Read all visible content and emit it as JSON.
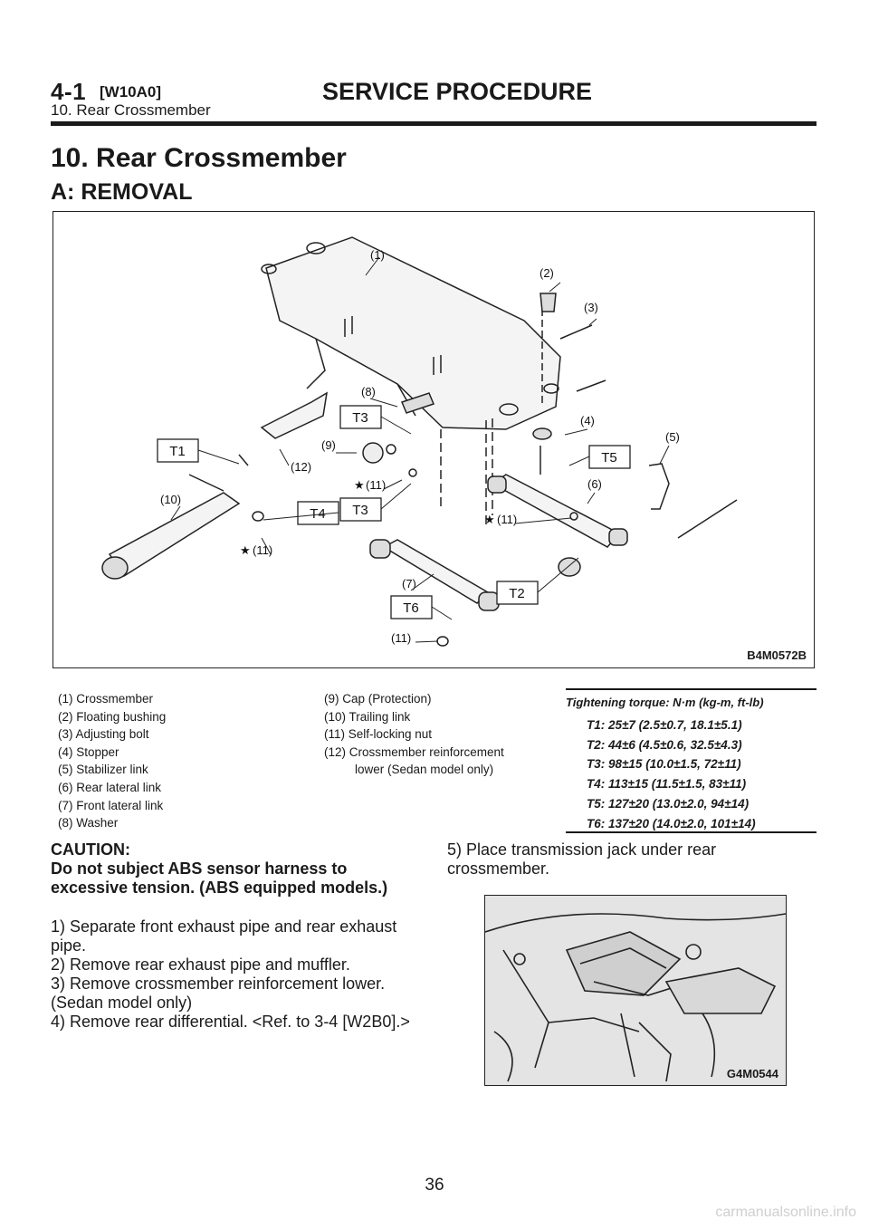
{
  "header": {
    "section": "4-1",
    "code": "[W10A0]",
    "title": "SERVICE PROCEDURE",
    "subtitle": "10. Rear Crossmember"
  },
  "heading": "10. Rear Crossmember",
  "subheading": "A: REMOVAL",
  "figure1": {
    "code": "B4M0572B",
    "callouts": [
      "(1)",
      "(2)",
      "(3)",
      "(4)",
      "(5)",
      "(6)",
      "(7)",
      "(8)",
      "(9)",
      "(10)",
      "(11)",
      "(12)"
    ],
    "torque_tags": [
      "T1",
      "T2",
      "T3",
      "T4",
      "T5",
      "T6"
    ]
  },
  "legend_col1": [
    "(1) Crossmember",
    "(2) Floating bushing",
    "(3) Adjusting bolt",
    "(4) Stopper",
    "(5) Stabilizer link",
    "(6) Rear lateral link",
    "(7) Front lateral link",
    "(8) Washer"
  ],
  "legend_col2": [
    "(9) Cap (Protection)",
    "(10) Trailing link",
    "(11) Self-locking nut",
    "(12) Crossmember reinforcement",
    "lower (Sedan model only)"
  ],
  "torque": {
    "heading": "Tightening torque: N·m (kg-m, ft-lb)",
    "values": [
      "T1: 25±7 (2.5±0.7, 18.1±5.1)",
      "T2: 44±6 (4.5±0.6, 32.5±4.3)",
      "T3: 98±15 (10.0±1.5, 72±11)",
      "T4: 113±15 (11.5±1.5, 83±11)",
      "T5: 127±20 (13.0±2.0, 94±14)",
      "T6: 137±20 (14.0±2.0, 101±14)"
    ]
  },
  "caution": {
    "label": "CAUTION:",
    "text": "Do not subject ABS sensor harness to excessive tension. (ABS equipped models.)"
  },
  "steps": [
    "1) Separate front exhaust pipe and rear exhaust pipe.",
    "2) Remove rear exhaust pipe and muffler.",
    "3) Remove crossmember reinforcement lower. (Sedan model only)",
    "4) Remove rear differential. <Ref. to 3-4 [W2B0].>"
  ],
  "step5": "5) Place transmission jack under rear crossmember.",
  "figure2": {
    "code": "G4M0544"
  },
  "page_number": "36",
  "watermark": "carmanualsonline.info"
}
